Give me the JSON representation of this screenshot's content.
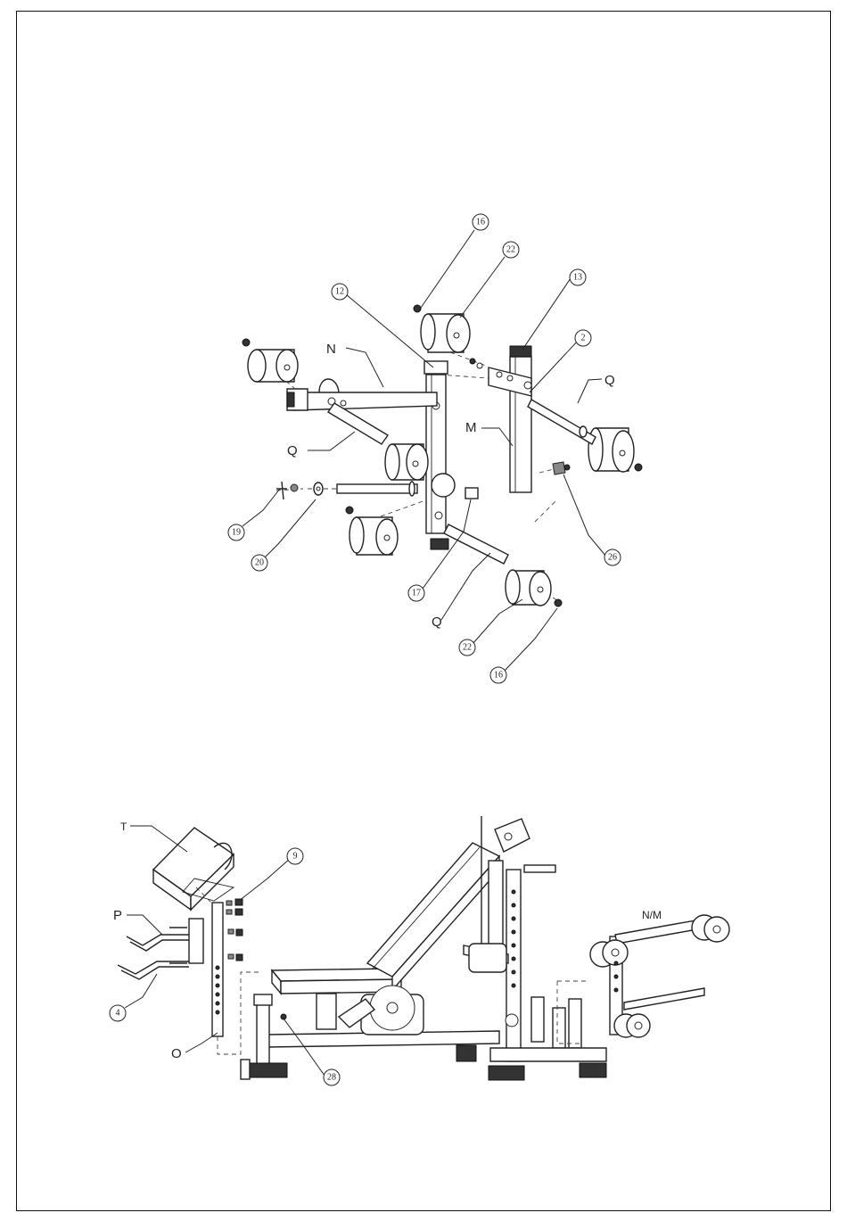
{
  "diagram1": {
    "callouts": {
      "c16a": "16",
      "c22a": "22",
      "c13": "13",
      "c12": "12",
      "c2": "2",
      "c19": "19",
      "c20": "20",
      "c17": "17",
      "c22b": "22",
      "c16b": "16",
      "c26": "26"
    },
    "letters": {
      "n": "N",
      "m": "M",
      "q1": "Q",
      "q2": "Q",
      "q3": "Q"
    }
  },
  "diagram2": {
    "callouts": {
      "c9": "9",
      "c4": "4",
      "c28": "28"
    },
    "letters": {
      "t": "T",
      "p": "P",
      "o": "O",
      "nm": "N/M"
    }
  }
}
